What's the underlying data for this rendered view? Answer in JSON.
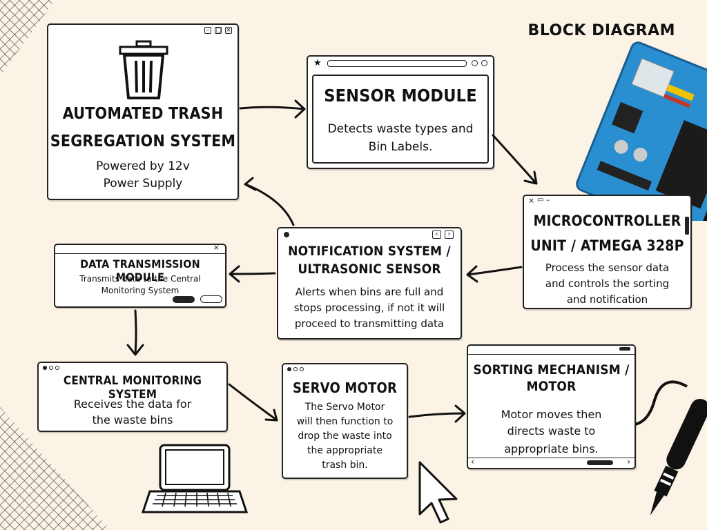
{
  "diagram_title": "BLOCK DIAGRAM",
  "nodes": {
    "trash": {
      "title_line1": "AUTOMATED TRASH",
      "title_line2": "SEGREGATION SYSTEM",
      "body_line1": "Powered by 12v",
      "body_line2": "Power Supply"
    },
    "sensor": {
      "title": "SENSOR MODULE",
      "body_line1": "Detects waste types and",
      "body_line2": "Bin Labels."
    },
    "micro": {
      "title_line1": "MICROCONTROLLER",
      "title_line2": "UNIT / ATMEGA 328P",
      "body_line1": "Process the sensor data",
      "body_line2": "and controls the sorting",
      "body_line3": "and notification"
    },
    "notify": {
      "title_line1": "NOTIFICATION SYSTEM /",
      "title_line2": "ULTRASONIC SENSOR",
      "body_line1": "Alerts when bins are full and",
      "body_line2": "stops processing, if not it will",
      "body_line3": "proceed to transmitting data"
    },
    "data": {
      "title": "DATA TRANSMISSION MODULE",
      "body_line1": "Transmits data to the Central",
      "body_line2": "Monitoring System"
    },
    "central": {
      "title": "CENTRAL MONITORING SYSTEM",
      "body_line1": "Receives the data for",
      "body_line2": "the waste bins"
    },
    "servo": {
      "title": "SERVO MOTOR",
      "body_line1": "The Servo Motor",
      "body_line2": "will then function to",
      "body_line3": "drop the waste into",
      "body_line4": "the appropriate",
      "body_line5": "trash bin."
    },
    "sorting": {
      "title_line1": "SORTING MECHANISM /",
      "title_line2": "MOTOR",
      "body_line1": "Motor moves then",
      "body_line2": "directs waste to",
      "body_line3": "appropriate bins."
    }
  },
  "edges": [
    {
      "from": "trash",
      "to": "sensor"
    },
    {
      "from": "sensor",
      "to": "micro"
    },
    {
      "from": "micro",
      "to": "notify"
    },
    {
      "from": "notify",
      "to": "trash"
    },
    {
      "from": "notify",
      "to": "data"
    },
    {
      "from": "data",
      "to": "central"
    },
    {
      "from": "central",
      "to": "servo"
    },
    {
      "from": "servo",
      "to": "sorting"
    }
  ],
  "colors": {
    "background": "#fbf3e5",
    "board": "#2a8fd0",
    "ink": "#111111"
  },
  "decorations": [
    "trash-can-icon",
    "arduino-board-illustration",
    "laptop-icon",
    "mouse-cursor-icon",
    "soldering-iron-illustration",
    "grid-pattern-corners"
  ]
}
